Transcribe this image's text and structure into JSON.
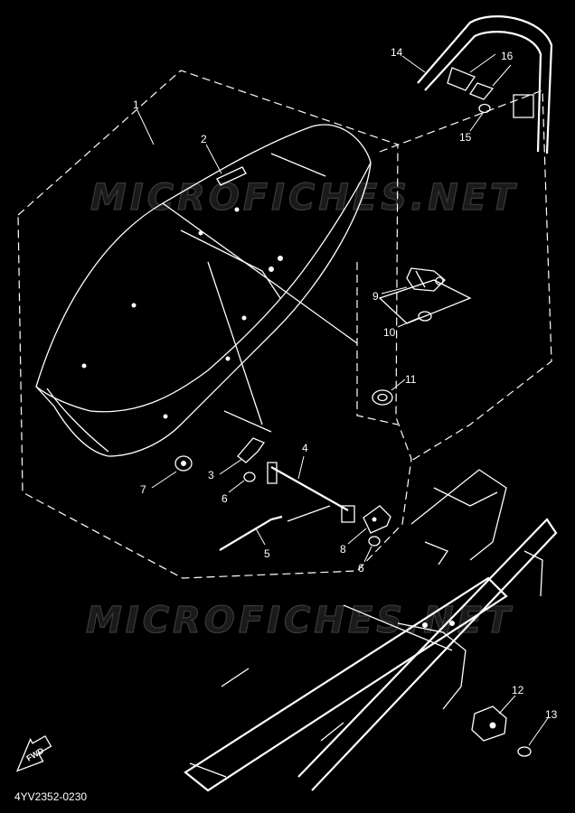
{
  "diagram": {
    "background_color": "#000000",
    "line_color": "#ffffff",
    "watermark_text": "MICROFICHES.NET",
    "drawing_code": "4YV2352-0230",
    "direction_label": "FWD",
    "part_numbers": [
      "1",
      "2",
      "3",
      "4",
      "5",
      "6",
      "6",
      "7",
      "8",
      "9",
      "10",
      "11",
      "12",
      "13",
      "14",
      "15",
      "16"
    ]
  }
}
